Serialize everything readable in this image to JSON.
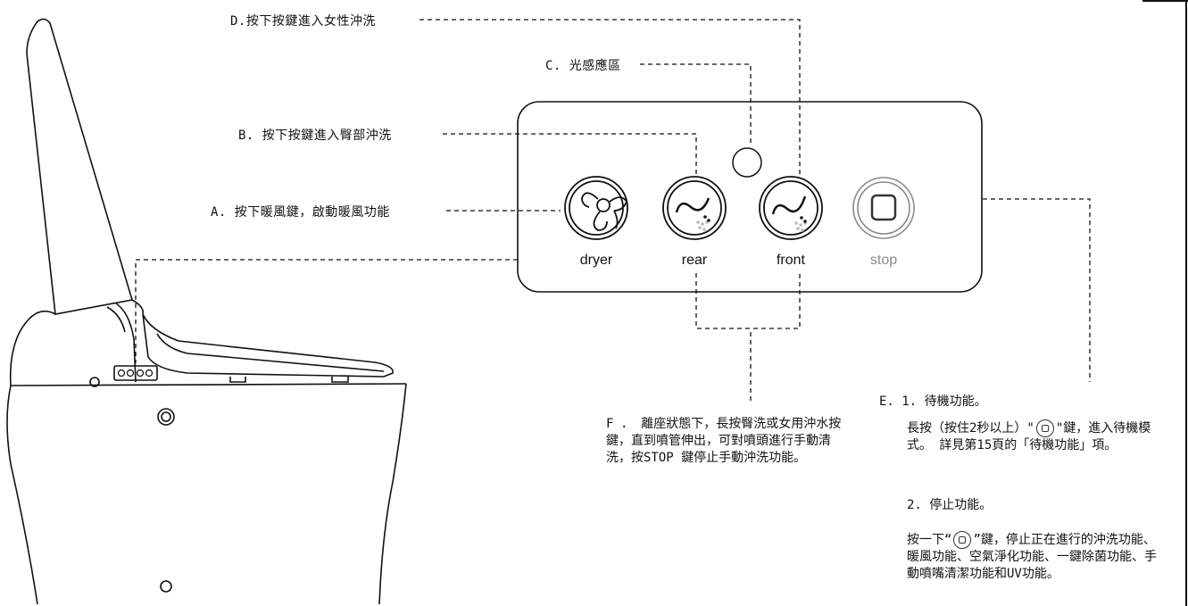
{
  "labels": {
    "d": "D.按下按鍵進入女性沖洗",
    "c": "C. 光感應區",
    "b": "B. 按下按鍵進入臀部沖洗",
    "a": "A. 按下暖風鍵，啟動暖風功能"
  },
  "buttons": {
    "dryer": "dryer",
    "rear": "rear",
    "front": "front",
    "stop": "stop"
  },
  "note_f": "F ．  離座狀態下，長按臀洗或女用沖水按鍵，直到噴管伸出，可對噴頭進行手動清洗，按STOP 鍵停止手動沖洗功能。",
  "note_e": {
    "title": "E. 1. 待機功能。",
    "body1_pre": "長按（按住2秒以上）\"",
    "body1_post": "\"鍵，進入待機模式。 詳見第15頁的「待機功能」項。",
    "title2": "2. 停止功能。",
    "body2_pre": "按一下“",
    "body2_post": "”鍵，停止正在進行的沖洗功能、暖風功能、空氣淨化功能、一鍵除菌功能、手動噴嘴清潔功能和UV功能。"
  },
  "colors": {
    "line": "#111111",
    "stop_gray": "#8a8a8a"
  }
}
